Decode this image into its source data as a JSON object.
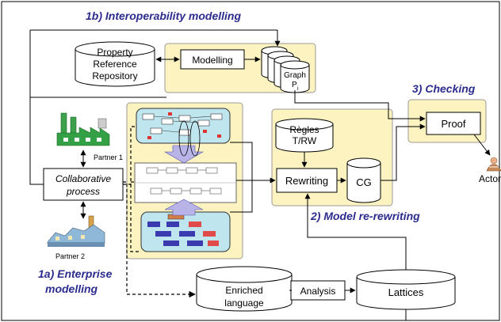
{
  "sections": {
    "interop": "1b) Interoperability modelling",
    "checking": "3) Checking",
    "rewriting": "2) Model re-rewriting",
    "enterprise_line1": "1a) Enterprise",
    "enterprise_line2": "modelling"
  },
  "nodes": {
    "prop_repo": [
      "Property",
      "Reference",
      "Repository"
    ],
    "modelling": "Modelling",
    "graph": [
      "Graph",
      "P"
    ],
    "graph_sub": "i",
    "regles": [
      "Règles",
      "T/RW"
    ],
    "rewriting": "Rewriting",
    "cg": "CG",
    "proof": "Proof",
    "actor": "Actor",
    "collab": [
      "Collaborative",
      "process"
    ],
    "partner1": "Partner 1",
    "partner2": "Partner 2",
    "enriched": [
      "Enriched",
      "language"
    ],
    "analysis": "Analysis",
    "lattices": "Lattices"
  },
  "colors": {
    "panel": "#fdf3c0",
    "section_title": "#2c2c8f",
    "model_panel": "#bfe6ef",
    "big_arrow": "#b8b4e8",
    "factory": "#2e9f3a"
  }
}
